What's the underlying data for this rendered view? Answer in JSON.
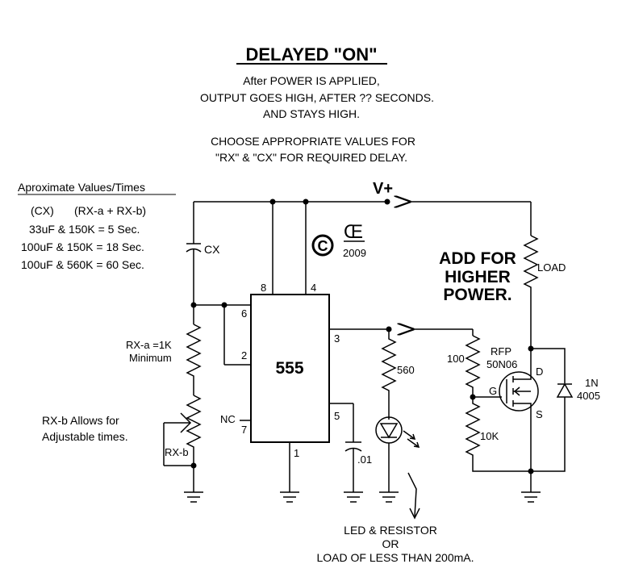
{
  "title": "DELAYED \"ON\"",
  "description": {
    "line1": "After POWER IS APPLIED,",
    "line2": "OUTPUT GOES HIGH, AFTER ?? SECONDS.",
    "line3": "AND STAYS HIGH.",
    "line4": "CHOOSE APPROPRIATE VALUES FOR",
    "line5": "\"RX\" & \"CX\" FOR REQUIRED DELAY."
  },
  "table": {
    "heading": "Aproximate Values/Times",
    "header_cx": "(CX)",
    "header_rx": "(RX-a + RX-b)",
    "rows": [
      "33uF & 150K = 5 Sec.",
      "100uF & 150K = 18 Sec.",
      "100uF & 560K = 60 Sec."
    ]
  },
  "labels": {
    "vplus": "V+",
    "cx": "CX",
    "copyright_symbol": "©",
    "logo": "Œ",
    "year": "2009",
    "ic": "555",
    "pin8": "8",
    "pin4": "4",
    "pin6": "6",
    "pin2": "2",
    "pin3": "3",
    "pin5": "5",
    "pin7": "7",
    "pin1": "1",
    "nc": "NC",
    "rxa_line1": "RX-a =1K",
    "rxa_line2": "Minimum",
    "rxb_note1": "RX-b Allows for",
    "rxb_note2": "Adjustable times.",
    "rxb": "RX-b",
    "r560": "560",
    "c01": ".01",
    "load_note1": "LED & RESISTOR",
    "load_note2": "OR",
    "load_note3": "LOAD  OF LESS THAN 200mA.",
    "add1": "ADD FOR",
    "add2": "HIGHER",
    "add3": "POWER.",
    "load": "LOAD",
    "rfp1": "RFP",
    "rfp2": "50N06",
    "r100": "100",
    "r10k": "10K",
    "gate": "G",
    "drain": "D",
    "source": "S",
    "diode1": "1N",
    "diode2": "4005"
  }
}
